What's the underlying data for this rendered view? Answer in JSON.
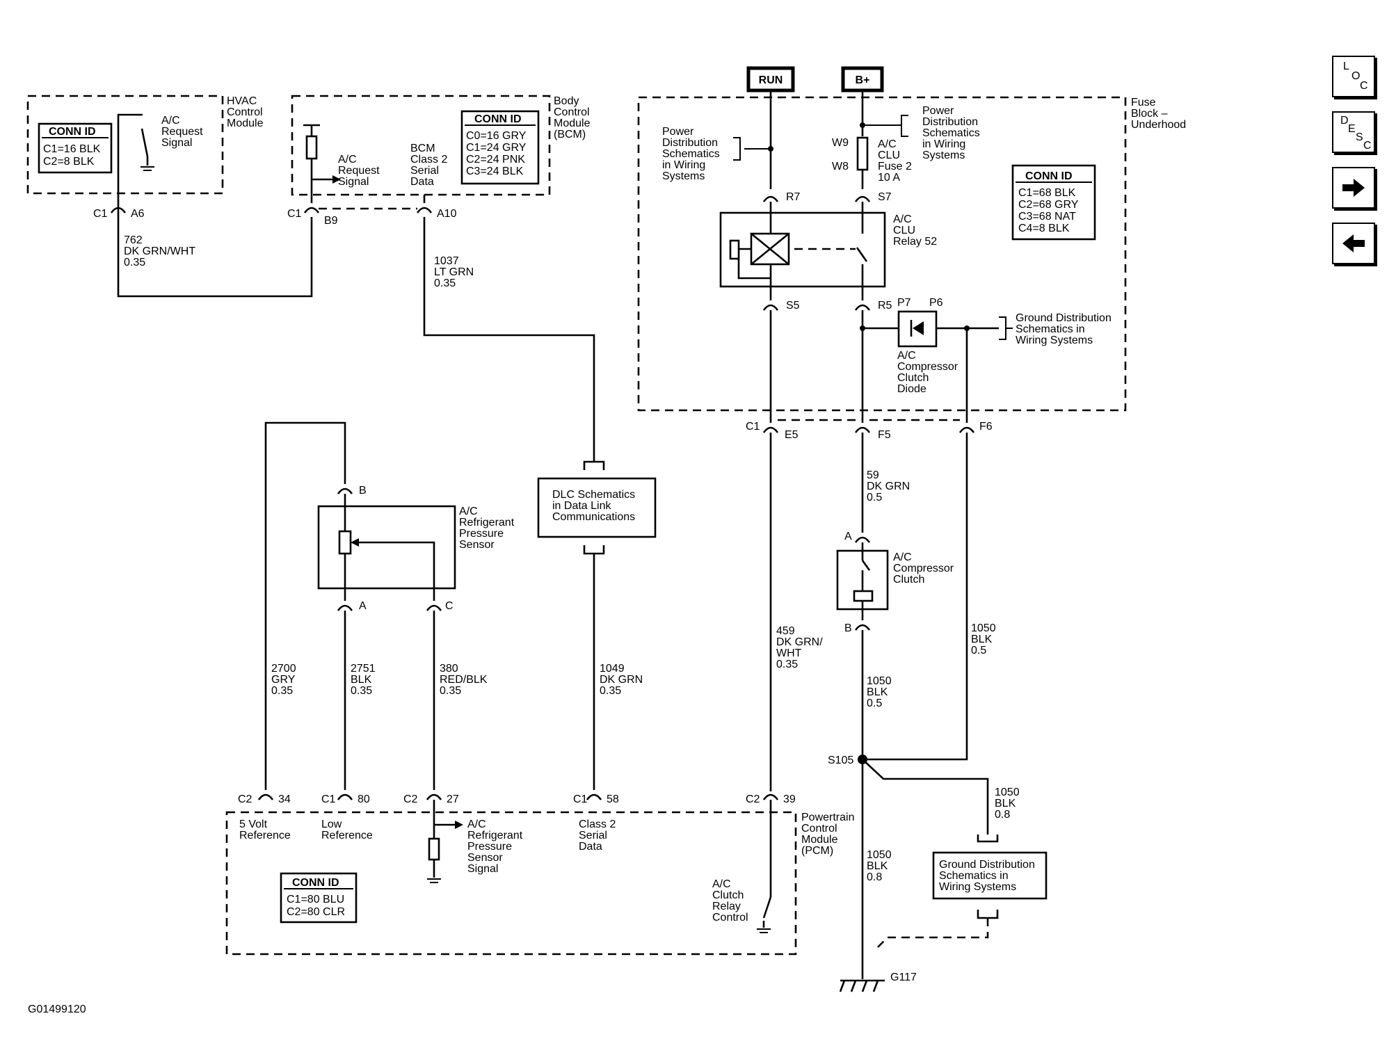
{
  "figure_id": "G01499120",
  "nav": {
    "loc": [
      "L",
      "O",
      "C"
    ],
    "desc": [
      "D",
      "E",
      "S",
      "C"
    ],
    "next_icon": "arrow-right-icon",
    "prev_icon": "arrow-left-icon"
  },
  "top": {
    "run": "RUN",
    "bplus": "B+"
  },
  "hvac": {
    "name": [
      "HVAC",
      "Control",
      "Module"
    ],
    "conn_title": "CONN ID",
    "conn": [
      "C1=16 BLK",
      "C2=8 BLK"
    ],
    "signal": [
      "A/C",
      "Request",
      "Signal"
    ]
  },
  "bcm": {
    "name": [
      "Body",
      "Control",
      "Module",
      "(BCM)"
    ],
    "conn_title": "CONN ID",
    "conn": [
      "C0=16 GRY",
      "C1=24 GRY",
      "C2=24 PNK",
      "C3=24 BLK"
    ],
    "signal": [
      "A/C",
      "Request",
      "Signal"
    ],
    "serial": [
      "BCM",
      "Class 2",
      "Serial",
      "Data"
    ]
  },
  "fuse": {
    "name": [
      "Fuse",
      "Block –",
      "Underhood"
    ],
    "conn_title": "CONN ID",
    "conn": [
      "C1=68 BLK",
      "C2=68 GRY",
      "C3=68 NAT",
      "C4=8 BLK"
    ],
    "pds_left": [
      "Power",
      "Distribution",
      "Schematics",
      "in Wiring",
      "Systems"
    ],
    "pds_right": [
      "Power",
      "Distribution",
      "Schematics",
      "in Wiring",
      "Systems"
    ],
    "fuse_label": [
      "A/C",
      "CLU",
      "Fuse 2",
      "10 A"
    ],
    "relay_label": [
      "A/C",
      "CLU",
      "Relay 52"
    ],
    "diode_label": [
      "A/C",
      "Compressor",
      "Clutch",
      "Diode"
    ],
    "gnd_dist": [
      "Ground Distribution",
      "Schematics in",
      "Wiring Systems"
    ]
  },
  "pins": {
    "c1": "C1",
    "c2": "C2",
    "a6": "A6",
    "b9": "B9",
    "a10": "A10",
    "r7": "R7",
    "s7": "S7",
    "w9": "W9",
    "w8": "W8",
    "s5": "S5",
    "r5": "R5",
    "p7": "P7",
    "p6": "P6",
    "e5": "E5",
    "f5": "F5",
    "f6": "F6",
    "pin_b": "B",
    "pin_a": "A",
    "pin_c": "C",
    "p34": "34",
    "p80": "80",
    "p27": "27",
    "p58": "58",
    "p39": "39",
    "s105": "S105",
    "g117": "G117"
  },
  "wires": {
    "w762": [
      "762",
      "DK GRN/WHT",
      "0.35"
    ],
    "w1037": [
      "1037",
      "LT GRN",
      "0.35"
    ],
    "w59": [
      "59",
      "DK GRN",
      "0.5"
    ],
    "w2700": [
      "2700",
      "GRY",
      "0.35"
    ],
    "w2751": [
      "2751",
      "BLK",
      "0.35"
    ],
    "w380": [
      "380",
      "RED/BLK",
      "0.35"
    ],
    "w1049": [
      "1049",
      "DK GRN",
      "0.35"
    ],
    "w459": [
      "459",
      "DK GRN/",
      "WHT",
      "0.35"
    ],
    "w1050a": [
      "1050",
      "BLK",
      "0.5"
    ],
    "w1050b": [
      "1050",
      "BLK",
      "0.5"
    ],
    "w1050c": [
      "1050",
      "BLK",
      "0.8"
    ],
    "w1050d": [
      "1050",
      "BLK",
      "0.8"
    ]
  },
  "sensor": [
    "A/C",
    "Refrigerant",
    "Pressure",
    "Sensor"
  ],
  "dlc": [
    "DLC Schematics",
    "in Data Link",
    "Communications"
  ],
  "clutch": [
    "A/C",
    "Compressor",
    "Clutch"
  ],
  "gnd_dist2": [
    "Ground Distribution",
    "Schematics in",
    "Wiring Systems"
  ],
  "pcm": {
    "name": [
      "Powertrain",
      "Control",
      "Module",
      "(PCM)"
    ],
    "conn_title": "CONN ID",
    "conn": [
      "C1=80 BLU",
      "C2=80 CLR"
    ],
    "ref5": [
      "5 Volt",
      "Reference"
    ],
    "lowref": [
      "Low",
      "Reference"
    ],
    "sensor_sig": [
      "A/C",
      "Refrigerant",
      "Pressure",
      "Sensor",
      "Signal"
    ],
    "serial": [
      "Class 2",
      "Serial",
      "Data"
    ],
    "relay_ctrl": [
      "A/C",
      "Clutch",
      "Relay",
      "Control"
    ]
  }
}
